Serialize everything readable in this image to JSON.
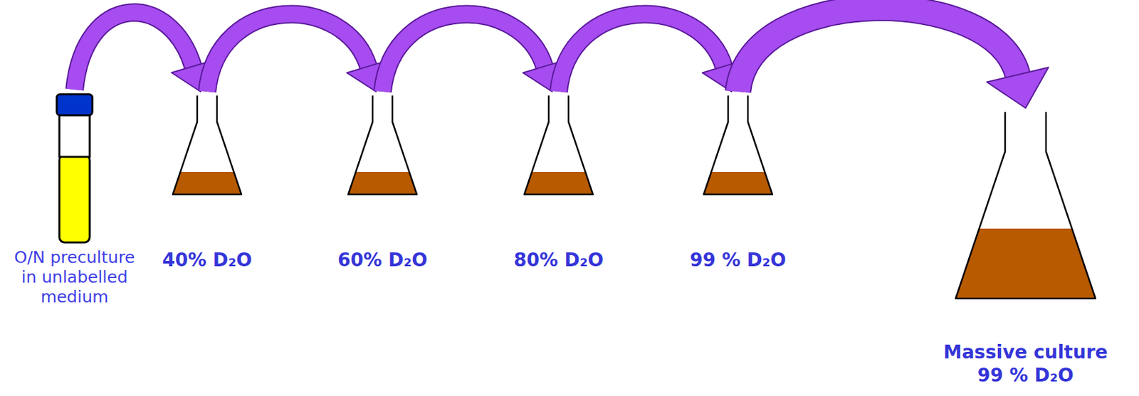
{
  "diagram": {
    "nodes": [
      {
        "text": [
          "O/N preculture in unlabelled medium"
        ]
      },
      {
        "text": [
          "40% D₂O"
        ]
      },
      {
        "text": [
          "60% D₂O"
        ]
      },
      {
        "text": [
          "80% D₂O"
        ]
      },
      {
        "text": [
          "99 % D₂O"
        ]
      },
      {
        "text": [
          "Massive culture 99 % D₂O"
        ]
      }
    ],
    "edges": [
      {
        "from": 0,
        "to": 1,
        "arrow": "to"
      },
      {
        "from": 1,
        "to": 2,
        "arrow": "to"
      },
      {
        "from": 2,
        "to": 3,
        "arrow": "to"
      },
      {
        "from": 3,
        "to": 4,
        "arrow": "to"
      },
      {
        "from": 4,
        "to": 5,
        "arrow": "to"
      }
    ]
  }
}
